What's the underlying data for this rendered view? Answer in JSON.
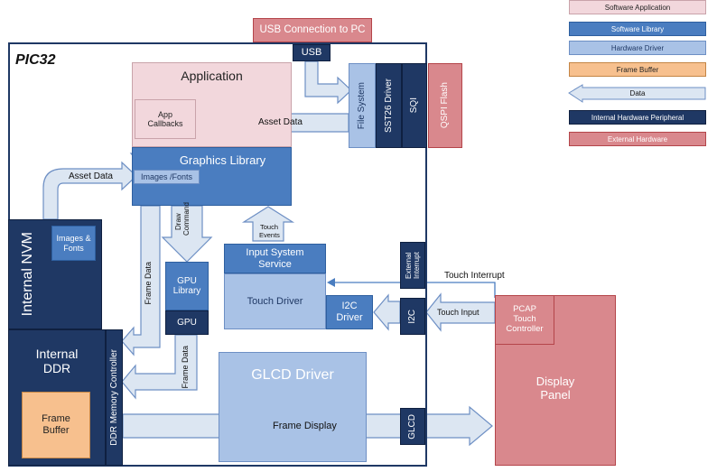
{
  "legend": {
    "software_application": "Software Application",
    "software_library": "Software Library",
    "hardware_driver": "Hardware Driver",
    "frame_buffer": "Frame Buffer",
    "data": "Data",
    "internal_hw_peripheral": "Internal Hardware Peripheral",
    "external_hardware": "External Hardware"
  },
  "colors": {
    "software_application": "#f2d7dc",
    "software_library": "#4a7dc0",
    "hardware_driver": "#a9c2e6",
    "frame_buffer": "#f7c08e",
    "data": "#dce6f2",
    "internal_hw_peripheral": "#1f3864",
    "external_hardware": "#d9888d"
  },
  "diagram": {
    "usb_connection": "USB Connection to PC",
    "chip": "PIC32",
    "usb": "USB",
    "application": "Application",
    "app_callbacks": "App Callbacks",
    "asset_data_top": "Asset Data",
    "file_system": "File System",
    "sst26_driver": "SST26 Driver",
    "sqi": "SQI",
    "qspi_flash": "QSPI Flash",
    "graphics_library": "Graphics Library",
    "images_fonts_gl": "Images /Fonts",
    "asset_data_left": "Asset Data",
    "internal_nvm": "Internal  NVM",
    "images_fonts_nvm": "Images & Fonts",
    "draw_command": "Draw Command",
    "frame_data_1": "Frame Data",
    "frame_data_2": "Frame Data",
    "touch_events": "Touch Events",
    "input_system_service": "Input System Service",
    "touch_driver": "Touch Driver",
    "i2c_driver": "I2C Driver",
    "external_interrupt": "External Interrupt",
    "touch_interrupt": "Touch Interrupt",
    "i2c": "I2C",
    "touch_input": "Touch Input",
    "pcap_touch_controller": "PCAP Touch Controller",
    "display_panel": "Display Panel",
    "gpu_library": "GPU Library",
    "gpu": "GPU",
    "internal_ddr": "Internal DDR",
    "frame_buffer": "Frame Buffer",
    "ddr_memory_controller": "DDR Memory Controller",
    "glcd_driver": "GLCD Driver",
    "frame_display": "Frame Display",
    "glcd": "GLCD"
  }
}
